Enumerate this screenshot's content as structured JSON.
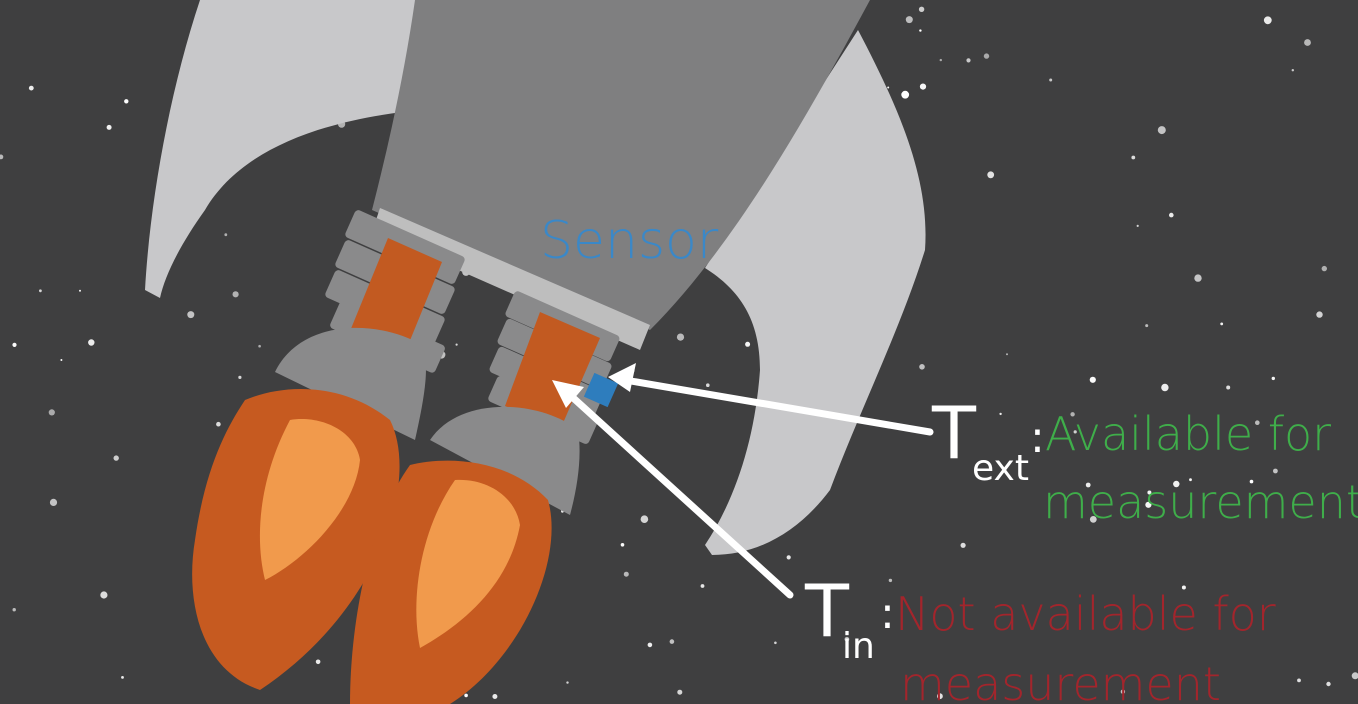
{
  "labels": {
    "sensor": "Sensor",
    "t_ext_symbol": "T",
    "t_ext_subscript": "ext",
    "t_ext_colon": ":",
    "t_ext_desc_line1": "Available for",
    "t_ext_desc_line2": "measurement",
    "t_in_symbol": "T",
    "t_in_subscript": "in",
    "t_in_colon": ":",
    "t_in_desc_line1": "Not available for",
    "t_in_desc_line2": "measurement"
  },
  "colors": {
    "background": "#3f3f40",
    "sensor_text": "#3a88c8",
    "sensor_block": "#2e7dbd",
    "available_text": "#3fae4a",
    "unavailable_text": "#a3252c",
    "nozzle": "#c25a21",
    "flame_outer": "#c65a20",
    "flame_inner": "#f19a4c",
    "body_gray": "#7f7f80",
    "fin_gray": "#c8c8ca"
  },
  "icons": {
    "rocket": "rocket-illustration",
    "sensor": "sensor-square-icon",
    "arrow": "arrow-icon"
  }
}
